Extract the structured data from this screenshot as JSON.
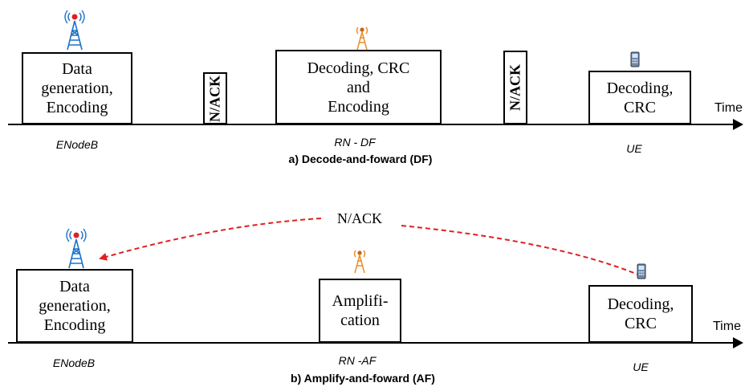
{
  "panel_a": {
    "boxes": {
      "enb": "Data\ngeneration,\nEncoding",
      "rn": "Decoding, CRC\nand\nEncoding",
      "ue": "Decoding,\nCRC"
    },
    "nack1": "N/ACK",
    "nack2": "N/ACK",
    "time_label": "Time",
    "node_enb": "ENodeB",
    "node_rn": "RN - DF",
    "node_ue": "UE",
    "caption": "a) Decode-and-foward (DF)"
  },
  "panel_b": {
    "boxes": {
      "enb": "Data\ngeneration,\nEncoding",
      "rn": "Amplifi-\ncation",
      "ue": "Decoding,\nCRC"
    },
    "feedback_label": "N/ACK",
    "time_label": "Time",
    "node_enb": "ENodeB",
    "node_rn": "RN -AF",
    "node_ue": "UE",
    "caption": "b) Amplify-and-foward (AF)"
  },
  "colors": {
    "tower": "#1e73c8",
    "relay": "#e8902a",
    "feedback_arrow": "#e02020"
  },
  "icons": [
    "enodeb-tower-icon",
    "relay-antenna-icon",
    "ue-phone-icon"
  ]
}
